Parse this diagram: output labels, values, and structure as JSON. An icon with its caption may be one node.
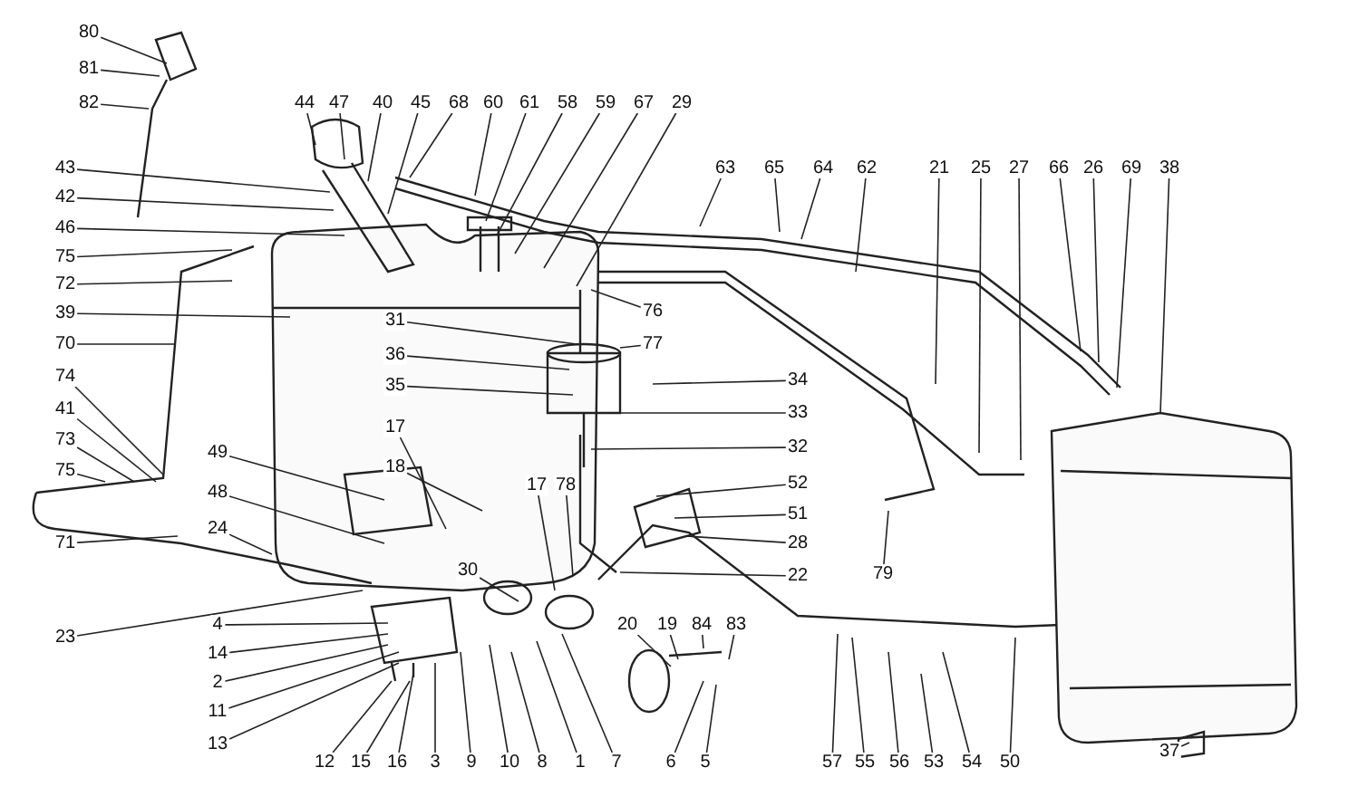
{
  "diagram": {
    "nodes": [
      {
        "text": [
          "80"
        ]
      },
      {
        "text": [
          "81"
        ]
      },
      {
        "text": [
          "82"
        ]
      },
      {
        "text": [
          "44"
        ]
      },
      {
        "text": [
          "47"
        ]
      },
      {
        "text": [
          "40"
        ]
      },
      {
        "text": [
          "45"
        ]
      },
      {
        "text": [
          "68"
        ]
      },
      {
        "text": [
          "60"
        ]
      },
      {
        "text": [
          "61"
        ]
      },
      {
        "text": [
          "58"
        ]
      },
      {
        "text": [
          "59"
        ]
      },
      {
        "text": [
          "67"
        ]
      },
      {
        "text": [
          "29"
        ]
      },
      {
        "text": [
          "43"
        ]
      },
      {
        "text": [
          "42"
        ]
      },
      {
        "text": [
          "46"
        ]
      },
      {
        "text": [
          "63"
        ]
      },
      {
        "text": [
          "65"
        ]
      },
      {
        "text": [
          "64"
        ]
      },
      {
        "text": [
          "62"
        ]
      },
      {
        "text": [
          "21"
        ]
      },
      {
        "text": [
          "25"
        ]
      },
      {
        "text": [
          "27"
        ]
      },
      {
        "text": [
          "66"
        ]
      },
      {
        "text": [
          "26"
        ]
      },
      {
        "text": [
          "69"
        ]
      },
      {
        "text": [
          "38"
        ]
      },
      {
        "text": [
          "75"
        ]
      },
      {
        "text": [
          "72"
        ]
      },
      {
        "text": [
          "39"
        ]
      },
      {
        "text": [
          "76"
        ]
      },
      {
        "text": [
          "31"
        ]
      },
      {
        "text": [
          "77"
        ]
      },
      {
        "text": [
          "70"
        ]
      },
      {
        "text": [
          "36"
        ]
      },
      {
        "text": [
          "34"
        ]
      },
      {
        "text": [
          "74"
        ]
      },
      {
        "text": [
          "35"
        ]
      },
      {
        "text": [
          "41"
        ]
      },
      {
        "text": [
          "33"
        ]
      },
      {
        "text": [
          "17"
        ]
      },
      {
        "text": [
          "73"
        ]
      },
      {
        "text": [
          "32"
        ]
      },
      {
        "text": [
          "49"
        ]
      },
      {
        "text": [
          "18"
        ]
      },
      {
        "text": [
          "75"
        ]
      },
      {
        "text": [
          "52"
        ]
      },
      {
        "text": [
          "17"
        ]
      },
      {
        "text": [
          "78"
        ]
      },
      {
        "text": [
          "48"
        ]
      },
      {
        "text": [
          "51"
        ]
      },
      {
        "text": [
          "24"
        ]
      },
      {
        "text": [
          "71"
        ]
      },
      {
        "text": [
          "28"
        ]
      },
      {
        "text": [
          "30"
        ]
      },
      {
        "text": [
          "79"
        ]
      },
      {
        "text": [
          "22"
        ]
      },
      {
        "text": [
          "4"
        ]
      },
      {
        "text": [
          "20"
        ]
      },
      {
        "text": [
          "19"
        ]
      },
      {
        "text": [
          "84"
        ]
      },
      {
        "text": [
          "83"
        ]
      },
      {
        "text": [
          "23"
        ]
      },
      {
        "text": [
          "14"
        ]
      },
      {
        "text": [
          "2"
        ]
      },
      {
        "text": [
          "11"
        ]
      },
      {
        "text": [
          "13"
        ]
      },
      {
        "text": [
          "37"
        ]
      },
      {
        "text": [
          "12"
        ]
      },
      {
        "text": [
          "15"
        ]
      },
      {
        "text": [
          "16"
        ]
      },
      {
        "text": [
          "3"
        ]
      },
      {
        "text": [
          "9"
        ]
      },
      {
        "text": [
          "10"
        ]
      },
      {
        "text": [
          "8"
        ]
      },
      {
        "text": [
          "1"
        ]
      },
      {
        "text": [
          "7"
        ]
      },
      {
        "text": [
          "6"
        ]
      },
      {
        "text": [
          "5"
        ]
      },
      {
        "text": [
          "57"
        ]
      },
      {
        "text": [
          "55"
        ]
      },
      {
        "text": [
          "56"
        ]
      },
      {
        "text": [
          "53"
        ]
      },
      {
        "text": [
          "54"
        ]
      },
      {
        "text": [
          "50"
        ]
      }
    ],
    "edges": [
      {
        "from": 0,
        "to": null,
        "arrow": "none"
      },
      {
        "from": 1,
        "to": null,
        "arrow": "none"
      },
      {
        "from": 2,
        "to": null,
        "arrow": "none"
      },
      {
        "from": 3,
        "to": null,
        "arrow": "none"
      },
      {
        "from": 4,
        "to": null,
        "arrow": "none"
      },
      {
        "from": 5,
        "to": null,
        "arrow": "none"
      },
      {
        "from": 6,
        "to": null,
        "arrow": "none"
      },
      {
        "from": 7,
        "to": null,
        "arrow": "none"
      },
      {
        "from": 8,
        "to": null,
        "arrow": "none"
      },
      {
        "from": 9,
        "to": null,
        "arrow": "none"
      },
      {
        "from": 10,
        "to": null,
        "arrow": "none"
      },
      {
        "from": 11,
        "to": null,
        "arrow": "none"
      },
      {
        "from": 12,
        "to": null,
        "arrow": "none"
      },
      {
        "from": 13,
        "to": null,
        "arrow": "none"
      },
      {
        "from": 14,
        "to": null,
        "arrow": "none"
      },
      {
        "from": 15,
        "to": null,
        "arrow": "none"
      },
      {
        "from": 16,
        "to": null,
        "arrow": "none"
      },
      {
        "from": 17,
        "to": null,
        "arrow": "none"
      },
      {
        "from": 18,
        "to": null,
        "arrow": "none"
      },
      {
        "from": 19,
        "to": null,
        "arrow": "none"
      },
      {
        "from": 20,
        "to": null,
        "arrow": "none"
      },
      {
        "from": 21,
        "to": null,
        "arrow": "none"
      },
      {
        "from": 22,
        "to": null,
        "arrow": "none"
      },
      {
        "from": 23,
        "to": null,
        "arrow": "none"
      },
      {
        "from": 24,
        "to": null,
        "arrow": "none"
      },
      {
        "from": 25,
        "to": null,
        "arrow": "none"
      },
      {
        "from": 26,
        "to": null,
        "arrow": "none"
      },
      {
        "from": 27,
        "to": null,
        "arrow": "none"
      },
      {
        "from": 28,
        "to": null,
        "arrow": "none"
      },
      {
        "from": 29,
        "to": null,
        "arrow": "none"
      },
      {
        "from": 30,
        "to": null,
        "arrow": "none"
      },
      {
        "from": 31,
        "to": null,
        "arrow": "none"
      },
      {
        "from": 32,
        "to": null,
        "arrow": "none"
      },
      {
        "from": 33,
        "to": null,
        "arrow": "none"
      },
      {
        "from": 34,
        "to": null,
        "arrow": "none"
      },
      {
        "from": 35,
        "to": null,
        "arrow": "none"
      },
      {
        "from": 36,
        "to": null,
        "arrow": "none"
      },
      {
        "from": 37,
        "to": null,
        "arrow": "none"
      },
      {
        "from": 38,
        "to": null,
        "arrow": "none"
      },
      {
        "from": 39,
        "to": null,
        "arrow": "none"
      },
      {
        "from": 40,
        "to": null,
        "arrow": "none"
      },
      {
        "from": 41,
        "to": null,
        "arrow": "none"
      },
      {
        "from": 42,
        "to": null,
        "arrow": "none"
      },
      {
        "from": 43,
        "to": null,
        "arrow": "none"
      },
      {
        "from": 44,
        "to": null,
        "arrow": "none"
      },
      {
        "from": 45,
        "to": null,
        "arrow": "none"
      },
      {
        "from": 46,
        "to": null,
        "arrow": "none"
      },
      {
        "from": 47,
        "to": null,
        "arrow": "none"
      },
      {
        "from": 48,
        "to": null,
        "arrow": "none"
      },
      {
        "from": 49,
        "to": null,
        "arrow": "none"
      },
      {
        "from": 50,
        "to": null,
        "arrow": "none"
      },
      {
        "from": 51,
        "to": null,
        "arrow": "none"
      },
      {
        "from": 52,
        "to": null,
        "arrow": "none"
      },
      {
        "from": 53,
        "to": null,
        "arrow": "none"
      },
      {
        "from": 54,
        "to": null,
        "arrow": "none"
      },
      {
        "from": 55,
        "to": null,
        "arrow": "none"
      },
      {
        "from": 56,
        "to": null,
        "arrow": "none"
      },
      {
        "from": 57,
        "to": null,
        "arrow": "none"
      },
      {
        "from": 58,
        "to": null,
        "arrow": "none"
      },
      {
        "from": 59,
        "to": null,
        "arrow": "none"
      },
      {
        "from": 60,
        "to": null,
        "arrow": "none"
      },
      {
        "from": 61,
        "to": null,
        "arrow": "none"
      },
      {
        "from": 62,
        "to": null,
        "arrow": "none"
      },
      {
        "from": 63,
        "to": null,
        "arrow": "none"
      },
      {
        "from": 64,
        "to": null,
        "arrow": "none"
      },
      {
        "from": 65,
        "to": null,
        "arrow": "none"
      },
      {
        "from": 66,
        "to": null,
        "arrow": "none"
      },
      {
        "from": 67,
        "to": null,
        "arrow": "none"
      },
      {
        "from": 68,
        "to": null,
        "arrow": "none"
      },
      {
        "from": 69,
        "to": null,
        "arrow": "none"
      },
      {
        "from": 70,
        "to": null,
        "arrow": "none"
      },
      {
        "from": 71,
        "to": null,
        "arrow": "none"
      },
      {
        "from": 72,
        "to": null,
        "arrow": "none"
      },
      {
        "from": 73,
        "to": null,
        "arrow": "none"
      },
      {
        "from": 74,
        "to": null,
        "arrow": "none"
      },
      {
        "from": 75,
        "to": null,
        "arrow": "none"
      },
      {
        "from": 76,
        "to": null,
        "arrow": "none"
      },
      {
        "from": 77,
        "to": null,
        "arrow": "none"
      },
      {
        "from": 78,
        "to": null,
        "arrow": "none"
      },
      {
        "from": 79,
        "to": null,
        "arrow": "none"
      },
      {
        "from": 80,
        "to": null,
        "arrow": "none"
      },
      {
        "from": 81,
        "to": null,
        "arrow": "none"
      },
      {
        "from": 82,
        "to": null,
        "arrow": "none"
      },
      {
        "from": 83,
        "to": null,
        "arrow": "none"
      },
      {
        "from": 84,
        "to": null,
        "arrow": "none"
      },
      {
        "from": 85,
        "to": null,
        "arrow": "none"
      }
    ]
  }
}
